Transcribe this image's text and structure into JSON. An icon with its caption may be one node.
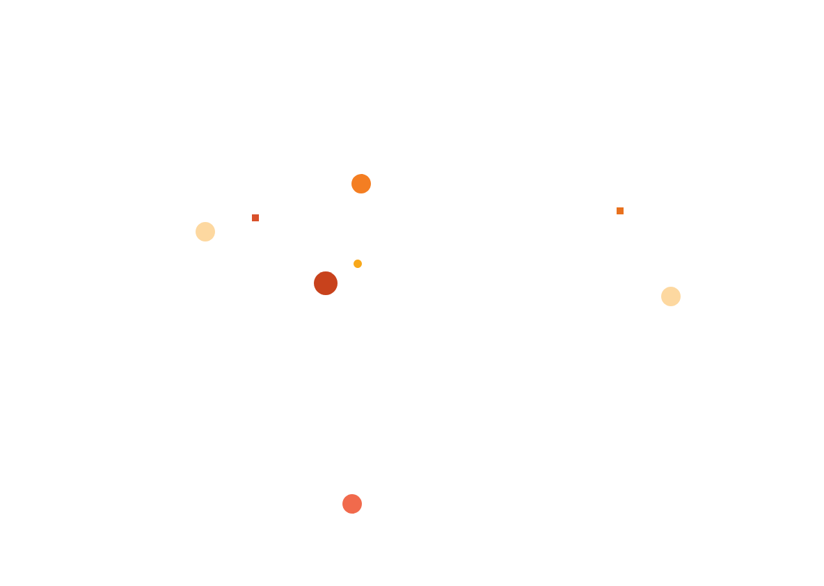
{
  "diagram": {
    "nodes": [
      {
        "text": [],
        "shape": "circle"
      },
      {
        "text": [],
        "shape": "box"
      },
      {
        "text": [],
        "shape": "circle"
      },
      {
        "text": [],
        "shape": "circle"
      },
      {
        "text": [],
        "shape": "circle"
      },
      {
        "text": [],
        "shape": "circle"
      },
      {
        "text": [],
        "shape": "box"
      },
      {
        "text": [],
        "shape": "circle"
      }
    ]
  }
}
